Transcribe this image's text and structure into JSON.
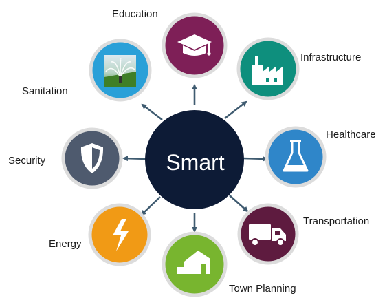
{
  "center": {
    "label": "Smart"
  },
  "nodes": {
    "education": {
      "label": "Education",
      "icon": "graduation-cap-icon",
      "color": "#7e1f57"
    },
    "infrastructure": {
      "label": "Infrastructure",
      "icon": "factory-icon",
      "color": "#0e8f7d"
    },
    "healthcare": {
      "label": "Healthcare",
      "icon": "flask-icon",
      "color": "#2f86c9"
    },
    "transportation": {
      "label": "Transportation",
      "icon": "truck-icon",
      "color": "#5e1b3f"
    },
    "town_planning": {
      "label": "Town Planning",
      "icon": "house-icon",
      "color": "#78b52f"
    },
    "energy": {
      "label": "Energy",
      "icon": "lightning-icon",
      "color": "#f19a15"
    },
    "security": {
      "label": "Security",
      "icon": "shield-icon",
      "color": "#4e5a6e"
    },
    "sanitation": {
      "label": "Sanitation",
      "icon": "sprinkler-photo-icon",
      "color": "#2aa0d8"
    }
  },
  "colors": {
    "center": "#0d1b36",
    "arrow": "#3f5b70"
  }
}
